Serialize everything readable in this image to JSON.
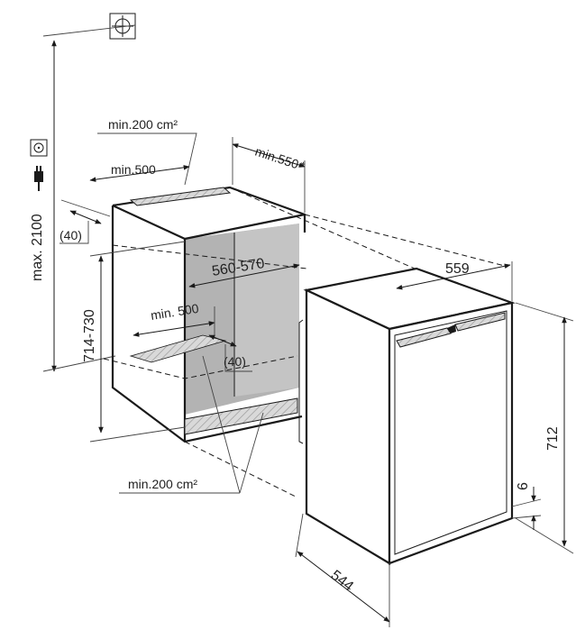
{
  "diagram": {
    "labels": {
      "vent_top_area": "min.200 cm²",
      "vent_top_depth": "min.500",
      "clearance_top": "min.550",
      "clearance_asterisk": "*",
      "offset_top": "(40)",
      "max_height": "max. 2100",
      "niche_height": "714-730",
      "niche_width": "560-570",
      "vent_bottom_depth": "min. 500",
      "offset_bottom": "(40)",
      "vent_bottom_area": "min.200 cm²",
      "unit_width": "559",
      "unit_height": "712",
      "unit_depth": "544",
      "plinth_gap": "6"
    },
    "icons": [
      "water-connection-icon",
      "socket-icon",
      "plug-icon"
    ],
    "colors": {
      "line": "#1a1a1a",
      "niche_fill": "#b3b3b3",
      "vent_fill": "#cfcfcf",
      "unit_fill": "#ffffff"
    }
  }
}
